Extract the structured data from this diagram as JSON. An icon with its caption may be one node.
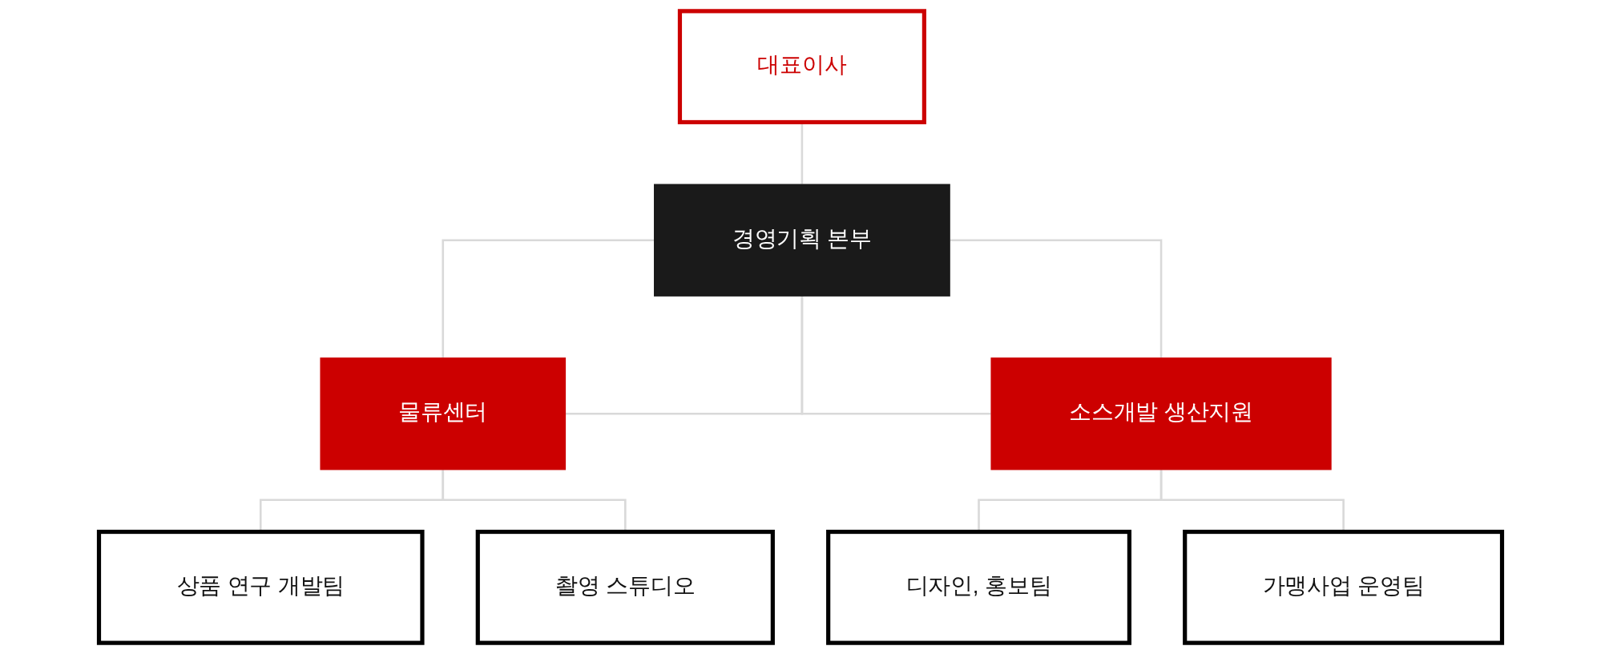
{
  "diagram": {
    "nodes": [
      {
        "text": [
          "대표이사"
        ]
      },
      {
        "text": [
          "경영기획 본부"
        ]
      },
      {
        "text": [
          "물류센터"
        ]
      },
      {
        "text": [
          "소스개발 생산지원"
        ]
      },
      {
        "text": [
          "상품 연구 개발팀"
        ]
      },
      {
        "text": [
          "촬영 스튜디오"
        ]
      },
      {
        "text": [
          "디자인, 홍보팀"
        ]
      },
      {
        "text": [
          "가맹사업 운영팀"
        ]
      }
    ],
    "edges": [
      {
        "from": 0,
        "to": 1,
        "arrow": "none"
      },
      {
        "from": 1,
        "to": 2,
        "arrow": "none"
      },
      {
        "from": 1,
        "to": 3,
        "arrow": "none"
      },
      {
        "from": 1,
        "to": 2,
        "arrow": "none"
      },
      {
        "from": 1,
        "to": 3,
        "arrow": "none"
      },
      {
        "from": 2,
        "to": 4,
        "arrow": "none"
      },
      {
        "from": 2,
        "to": 5,
        "arrow": "none"
      },
      {
        "from": 3,
        "to": 6,
        "arrow": "none"
      },
      {
        "from": 3,
        "to": 7,
        "arrow": "none"
      }
    ]
  }
}
